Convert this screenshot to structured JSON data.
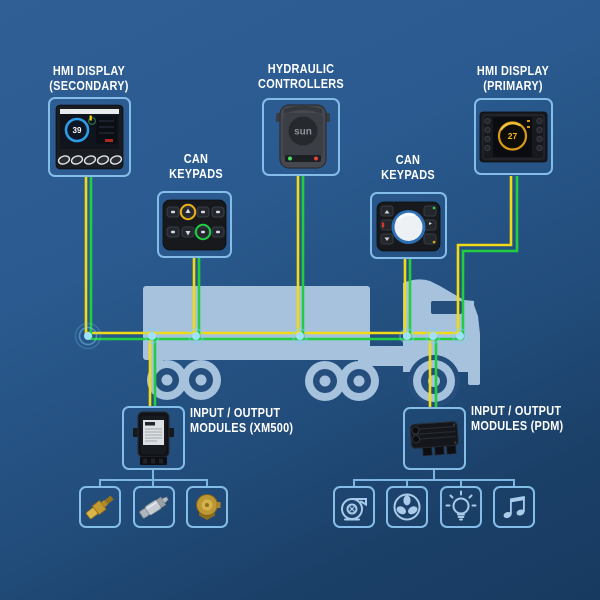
{
  "diagram_title": "vehicle-control-system-architecture",
  "colors": {
    "background_top": "#2f5f95",
    "background_bottom": "#173a60",
    "box_border": "#85bde9",
    "wire_yellow": "#f2da15",
    "wire_green": "#22cd40",
    "node_glow": "#9fe0fa",
    "truck_silhouette": "#a6c2dc",
    "label_text": "#ffffff"
  },
  "components": {
    "hmi_secondary": {
      "label1": "HMI DISPLAY",
      "label2": "(SECONDARY)",
      "screen_value": "39"
    },
    "hydraulic_controllers": {
      "label1": "HYDRAULIC",
      "label2": "CONTROLLERS",
      "logo": "sun"
    },
    "hmi_primary": {
      "label1": "HMI DISPLAY",
      "label2": "(PRIMARY)",
      "screen_value": "27"
    },
    "can_keypads_left": {
      "label1": "CAN",
      "label2": "KEYPADS"
    },
    "can_keypads_right": {
      "label1": "CAN",
      "label2": "KEYPADS"
    },
    "io_xm500": {
      "label1": "INPUT / OUTPUT",
      "label2": "MODULES (XM500)"
    },
    "io_pdm": {
      "label1": "INPUT / OUTPUT",
      "label2": "MODULES (PDM)"
    }
  },
  "sensor_icons": [
    "pressure-switch-sensor",
    "pressure-transducer-sensor",
    "temperature-sender-sensor"
  ],
  "output_icons": [
    "blower-icon",
    "fan-icon",
    "work-light-icon",
    "audio-icon"
  ]
}
